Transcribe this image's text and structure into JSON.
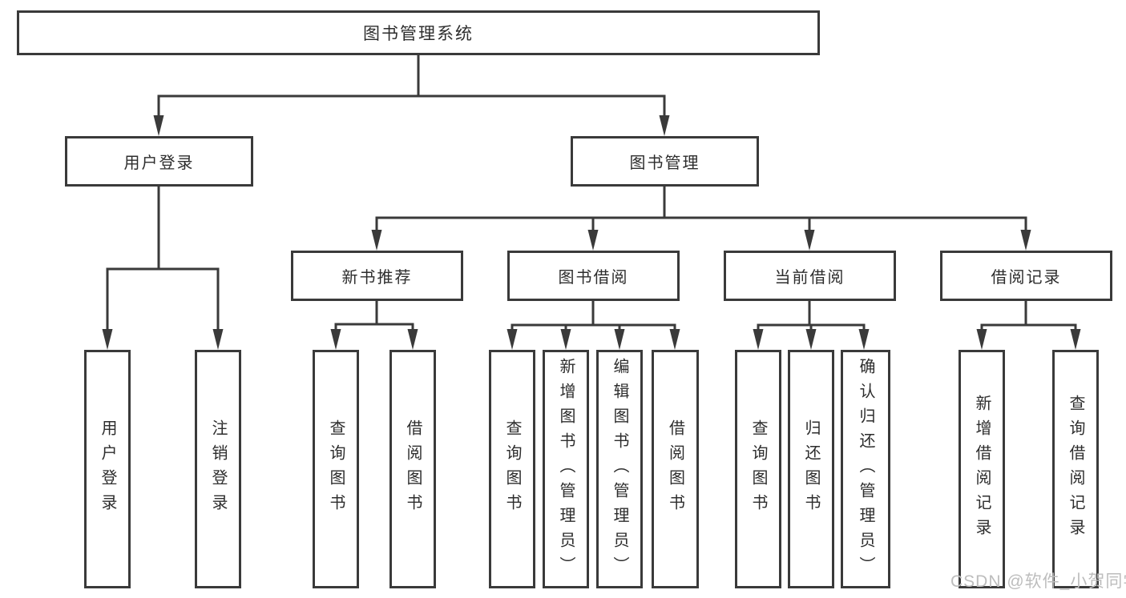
{
  "diagram": {
    "root": "图书管理系统",
    "branches": {
      "user_login": {
        "label": "用户登录",
        "children": [
          "用户登录",
          "注销登录"
        ]
      },
      "book_management": {
        "label": "图书管理",
        "groups": [
          {
            "label": "新书推荐",
            "children": [
              "查询图书",
              "借阅图书"
            ]
          },
          {
            "label": "图书借阅",
            "children": [
              "查询图书",
              "新增图书（管理员）",
              "编辑图书（管理员）",
              "借阅图书"
            ]
          },
          {
            "label": "当前借阅",
            "children": [
              "查询图书",
              "归还图书",
              "确认归还（管理员）"
            ]
          },
          {
            "label": "借阅记录",
            "children": [
              "新增借阅记录",
              "查询借阅记录"
            ]
          }
        ]
      }
    },
    "watermark": "CSDN @软件_小贺同学",
    "colors": {
      "line": "#3a3a3a",
      "text": "#2d2d2d",
      "watermark": "#bdbdbd",
      "background": "#ffffff"
    }
  }
}
